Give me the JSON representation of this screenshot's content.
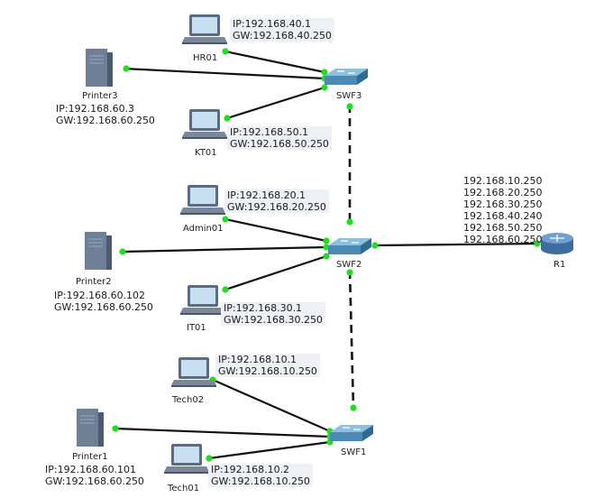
{
  "devices": {
    "hr01": {
      "name": "HR01",
      "ip": "IP:192.168.40.1",
      "gw": "GW:192.168.40.250"
    },
    "kt01": {
      "name": "KT01",
      "ip": "IP:192.168.50.1",
      "gw": "GW:192.168.50.250"
    },
    "printer3": {
      "name": "Printer3",
      "ip": "IP:192.168.60.3",
      "gw": "GW:192.168.60.250"
    },
    "swf3": {
      "name": "SWF3"
    },
    "admin01": {
      "name": "Admin01",
      "ip": "IP:192.168.20.1",
      "gw": "GW:192.168.20.250"
    },
    "printer2": {
      "name": "Printer2",
      "ip": "IP:192.168.60.102",
      "gw": "GW:192.168.60.250"
    },
    "it01": {
      "name": "IT01",
      "ip": "IP:192.168.30.1",
      "gw": "GW:192.168.30.250"
    },
    "swf2": {
      "name": "SWF2"
    },
    "r1": {
      "name": "R1",
      "addresses": [
        "192.168.10.250",
        "192.168.20.250",
        "192.168.30.250",
        "192.168.40.240",
        "192.168.50.250",
        "192.168.60.250"
      ]
    },
    "tech02": {
      "name": "Tech02",
      "ip": "IP:192.168.10.1",
      "gw": "GW:192.168.10.250"
    },
    "printer1": {
      "name": "Printer1",
      "ip": "IP:192.168.60.101",
      "gw": "GW:192.168.60.250"
    },
    "tech01": {
      "name": "Tech01",
      "ip": "IP:192.168.10.2",
      "gw": "GW:192.168.10.250"
    },
    "swf1": {
      "name": "SWF1"
    }
  },
  "colors": {
    "link": "#111111",
    "port_up": "#22dd22",
    "switch_body": "#4a8ab5",
    "router_body": "#4f7fb0",
    "laptop_frame": "#5c6b85",
    "laptop_screen": "#c7dff0",
    "printer_body": "#6f7f95"
  },
  "icons": {
    "laptop": "laptop-icon",
    "printer": "printer-icon",
    "switch": "switch-icon",
    "router": "router-icon"
  }
}
